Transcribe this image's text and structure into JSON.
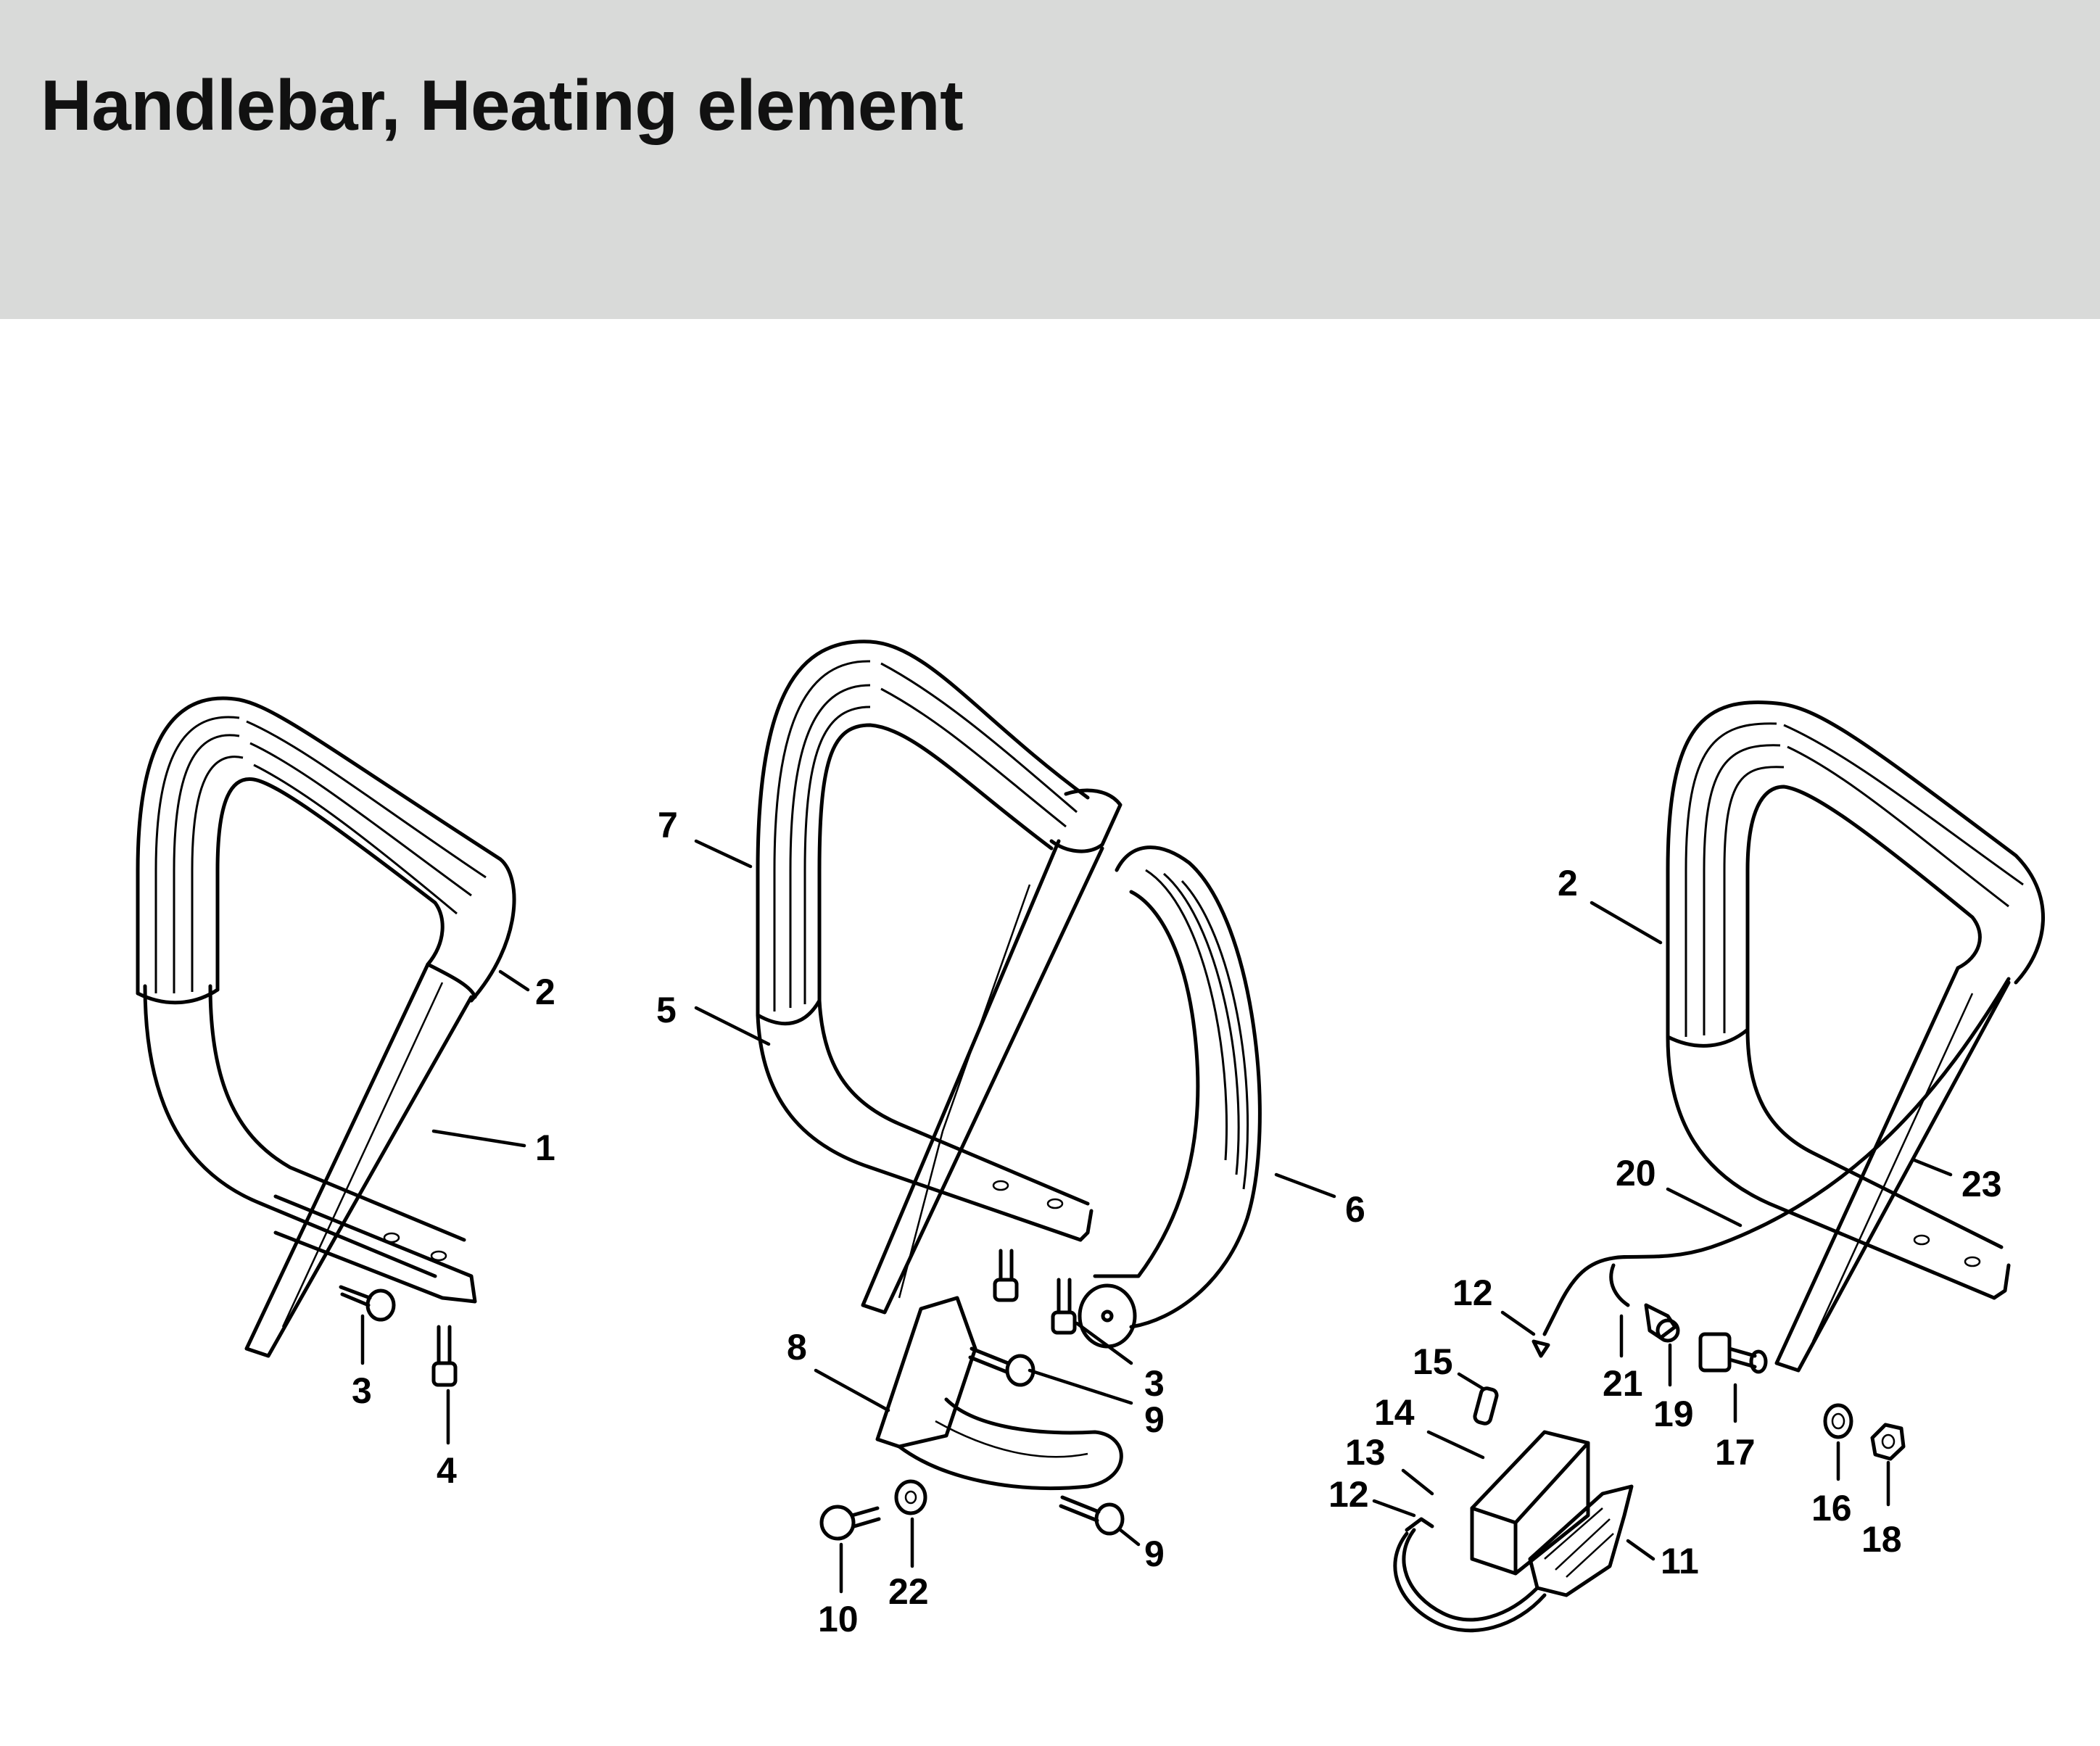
{
  "title": "Handlebar, Heating element",
  "callouts": {
    "c1": "1",
    "c2a": "2",
    "c3a": "3",
    "c4": "4",
    "c7": "7",
    "c5": "5",
    "c6": "6",
    "c8": "8",
    "c3b": "3",
    "c9a": "9",
    "c9b": "9",
    "c10": "10",
    "c22": "22",
    "c2b": "2",
    "c20": "20",
    "c23": "23",
    "c12a": "12",
    "c21": "21",
    "c19": "19",
    "c17": "17",
    "c15": "15",
    "c14": "14",
    "c13": "13",
    "c12b": "12",
    "c11": "11",
    "c16": "16",
    "c18": "18"
  }
}
